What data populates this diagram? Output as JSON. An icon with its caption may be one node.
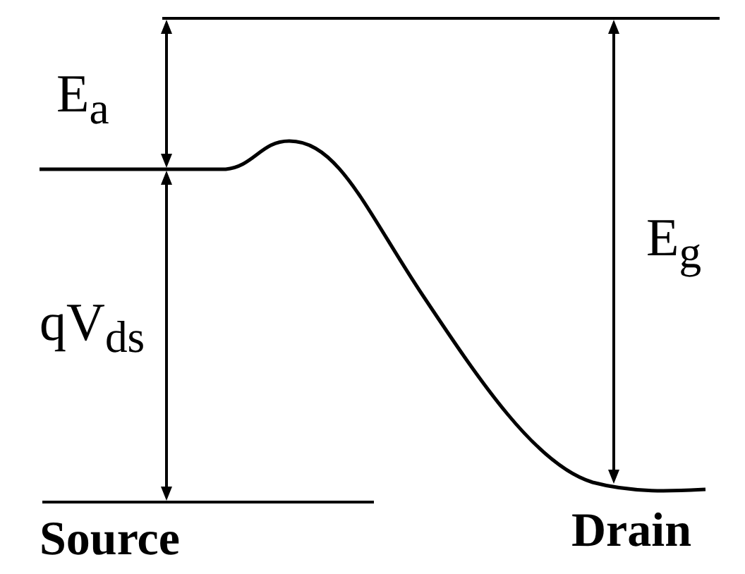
{
  "diagram": {
    "labels": [
      "E$_{a}$",
      "qV$_{ds}$",
      "E$_{g}$",
      "Source",
      "Drain"
    ]
  }
}
